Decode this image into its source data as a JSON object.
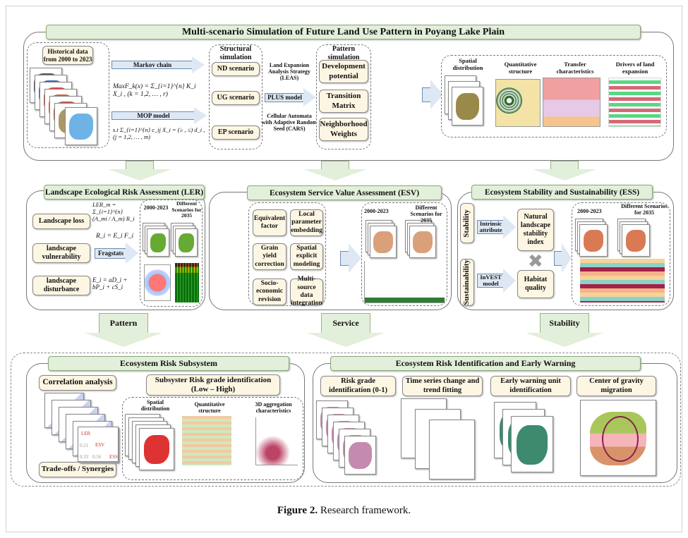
{
  "main_title": "Multi-scenario Simulation of Future Land Use Pattern in Poyang Lake Plain",
  "top": {
    "historical": "Historical data from 2000 to 2023",
    "markov": "Markov chain",
    "mop": "MOP model",
    "formula_max": "MaxF_k(x) = Σ_{i=1}^{n} K_i X_i ,  (k = 1,2, … , r)",
    "formula_st": "s.t Σ_{i=1}^{n} c_ij X_i = (≥ , ≤) d_i ,  (j = 1,2, … , m)",
    "structural": "Structural simulation",
    "scenarios": [
      "ND scenario",
      "UG scenario",
      "EP scenario"
    ],
    "leas": "Land Expansion Analysis Strategy (LEAS)",
    "plus": "PLUS model",
    "cars": "Cellular Automata with Adaptive Random Seed (CARS)",
    "pattern": "Pattern simulation",
    "pattern_items": [
      "Development potential",
      "Transition Matrix",
      "Neighborhood Weights"
    ],
    "results": [
      "Spatial distribution",
      "Quantitative structure",
      "Transfer characteristics",
      "Drivers of land expansion"
    ]
  },
  "ler": {
    "title": "Landscape Ecological Risk Assessment (LER)",
    "items": [
      "Landscape loss",
      "landscape vulnerability",
      "landscape disturbance"
    ],
    "formula1": "LER_m = Σ_{i=1}^{n} (A_mi / A_m) R_i",
    "formula2": "R_i = E_i F_i",
    "formula3": "E_i = aD_i + bP_i + cS_i",
    "fragstats": "Fragstats",
    "period": "2000-2023",
    "scenarios": "Different Scenarios for 2035"
  },
  "esv": {
    "title": "Ecosystem Service Value  Assessment (ESV)",
    "items": [
      "Equivalent factor",
      "Local parameter embedding",
      "Grain yield correction",
      "Spatial explicit modeling",
      "Socio-economic revision",
      "Multi-source data integration"
    ],
    "period": "2000-2023",
    "scenarios": "Different Scenarios for 2035"
  },
  "ess": {
    "title": "Ecosystem Stability and Sustainability (ESS)",
    "stability": "Stability",
    "sustainability": "Sustainability",
    "intrinsic": "Intrinsic attribute",
    "invest": "InVEST model",
    "nlsi": "Natural landscape stability index",
    "habitat": "Habitat quality",
    "period": "2000-2023",
    "scenarios": "Different Scenarios for 2035"
  },
  "flow": {
    "pattern": "Pattern",
    "service": "Service",
    "stability": "Stability"
  },
  "subsystem": {
    "title": "Ecosystem Risk Subsystem",
    "correlation": "Correlation analysis",
    "tradeoffs": "Trade-offs / Synergies",
    "risk_grade": "Subsyster Risk grade identification (Low – High)",
    "charts": [
      "Spatial distribution",
      "Quantitative structure",
      "3D aggregation characteristics"
    ],
    "matrix_labels": [
      "LER",
      "ESV",
      "ESS"
    ],
    "matrix_values": [
      "0.21",
      "0.33",
      "0.56"
    ]
  },
  "warning": {
    "title": "Ecosystem Risk Identification and Early Warning",
    "items": [
      "Risk grade identification (0-1)",
      "Time series change and trend fitting",
      "Early warning unit identification",
      "Center of gravity migration"
    ]
  },
  "caption": {
    "label": "Figure 2.",
    "text": " Research framework."
  },
  "colors": {
    "title_fill": "#e2efda",
    "box_fill": "#fdf6e3",
    "arrow_fill": "#dde8f4"
  }
}
